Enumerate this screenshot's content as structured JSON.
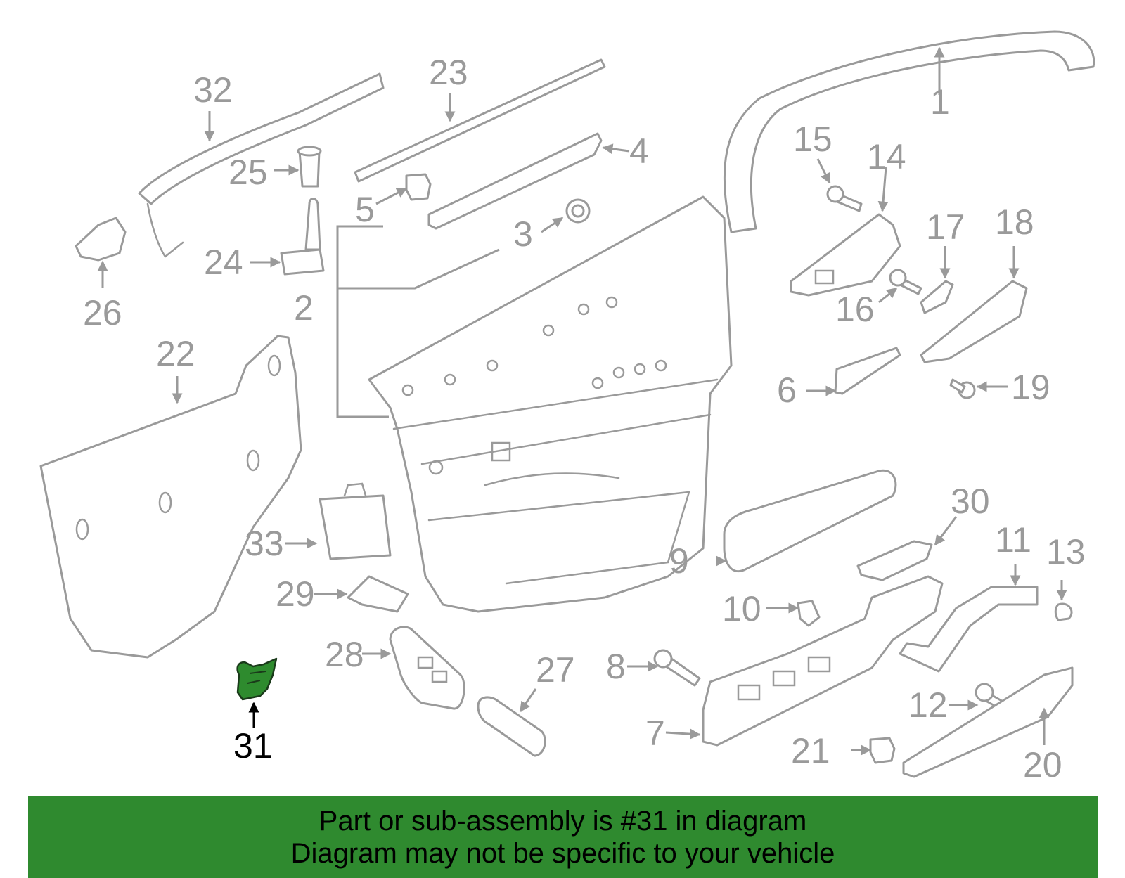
{
  "highlight": {
    "part_number": "31",
    "color": "#2f8a2f"
  },
  "callouts": {
    "c1": "1",
    "c2": "2",
    "c3": "3",
    "c4": "4",
    "c5": "5",
    "c6": "6",
    "c7": "7",
    "c8": "8",
    "c9": "9",
    "c10": "10",
    "c11": "11",
    "c12": "12",
    "c13": "13",
    "c14": "14",
    "c15": "15",
    "c16": "16",
    "c17": "17",
    "c18": "18",
    "c19": "19",
    "c20": "20",
    "c21": "21",
    "c22": "22",
    "c23": "23",
    "c24": "24",
    "c25": "25",
    "c26": "26",
    "c27": "27",
    "c28": "28",
    "c29": "29",
    "c30": "30",
    "c31": "31",
    "c32": "32",
    "c33": "33"
  },
  "banner": {
    "line1": "Part or sub-assembly is #31 in diagram",
    "line2": "Diagram may not be specific to your vehicle"
  }
}
